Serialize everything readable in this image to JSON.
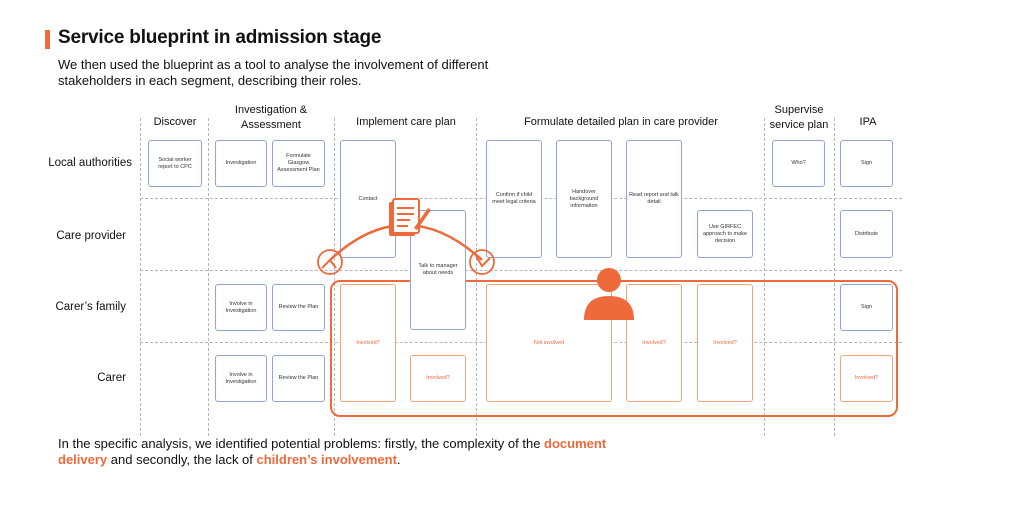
{
  "header": {
    "title": "Service blueprint in admission stage",
    "intro": "We then used the blueprint as a tool to analyse the involvement of different stakeholders in each segment, describing their roles."
  },
  "columns": {
    "discover": "Discover",
    "investigation": "Investigation & Assessment",
    "implement": "Implement care plan",
    "formulate": "Formulate detailed plan in care provider",
    "supervise": "Supervise service plan",
    "ipa": "IPA"
  },
  "rows": {
    "local": "Local authorities",
    "provider": "Care provider",
    "family": "Carer’s family",
    "carer": "Carer"
  },
  "cards": {
    "social_worker": "Social worker report to CPC",
    "investigation": "Investigation",
    "formulate_glasgow": "Formulate Glasgow Assessment Plan",
    "contact": "Contact",
    "talk_manager": "Talk to manager about needs",
    "confirm_child": "Confirm if child meet legal criteria",
    "handover": "Handover background information",
    "read_report": "Read report and talk detail",
    "girfec": "Use GIRFEC approach to make decision",
    "who": "Who?",
    "sign_local": "Sign",
    "distribute": "Distribute",
    "family_involve": "Involve in Investigation",
    "family_review": "Review the Plan",
    "carer_involve": "Involve in Investigation",
    "carer_review": "Review the Plan",
    "involved_q1": "Involved?",
    "involved_q2": "Involved?",
    "not_involved": "Not involved",
    "involved_q3": "Involved?",
    "involved_q4": "Involved?",
    "sign_family": "Sign",
    "involved_ipa": "Involved?"
  },
  "footer": {
    "part1": "In the specific analysis, we identified potential problems: firstly, the complexity of the ",
    "highlight1": "document delivery",
    "part2": " and secondly, the lack of ",
    "highlight2": "children’s involvement",
    "part3": "."
  },
  "colors": {
    "accent": "#ee6a3a",
    "card_border": "#8fa6d8",
    "card_border_orange": "#f3a27a",
    "grid": "#b5b5b5"
  },
  "icons": [
    "document-pen-icon",
    "person-icon",
    "arrow-arc-icon"
  ]
}
